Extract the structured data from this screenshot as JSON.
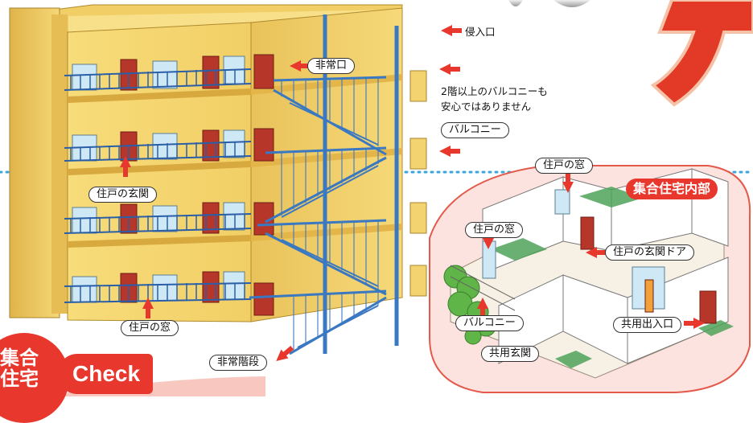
{
  "labels": {
    "intrusion_entrance": "侵入口",
    "emergency_exit": "非常口",
    "balcony_warning": "2階以上のバルコニーも\n安心ではありません",
    "balcony": "バルコニー",
    "unit_entrance": "住戸の玄関",
    "unit_window": "住戸の窓",
    "emergency_stairs": "非常階段"
  },
  "interior": {
    "badge": "集合住宅内部",
    "unit_window_top": "住戸の窓",
    "unit_window_left": "住戸の窓",
    "unit_entrance_door": "住戸の玄関ドア",
    "balcony": "バルコニー",
    "common_entrance_exit": "共用出入口",
    "common_entrance_hall": "共用玄関"
  },
  "footer": {
    "title": "集合\n住宅",
    "check": "Check"
  },
  "colors": {
    "accent_red": "#e8372c",
    "wall_yellow": "#f3d36a",
    "stair_blue": "#3a78c2",
    "door_red": "#b6372a"
  }
}
